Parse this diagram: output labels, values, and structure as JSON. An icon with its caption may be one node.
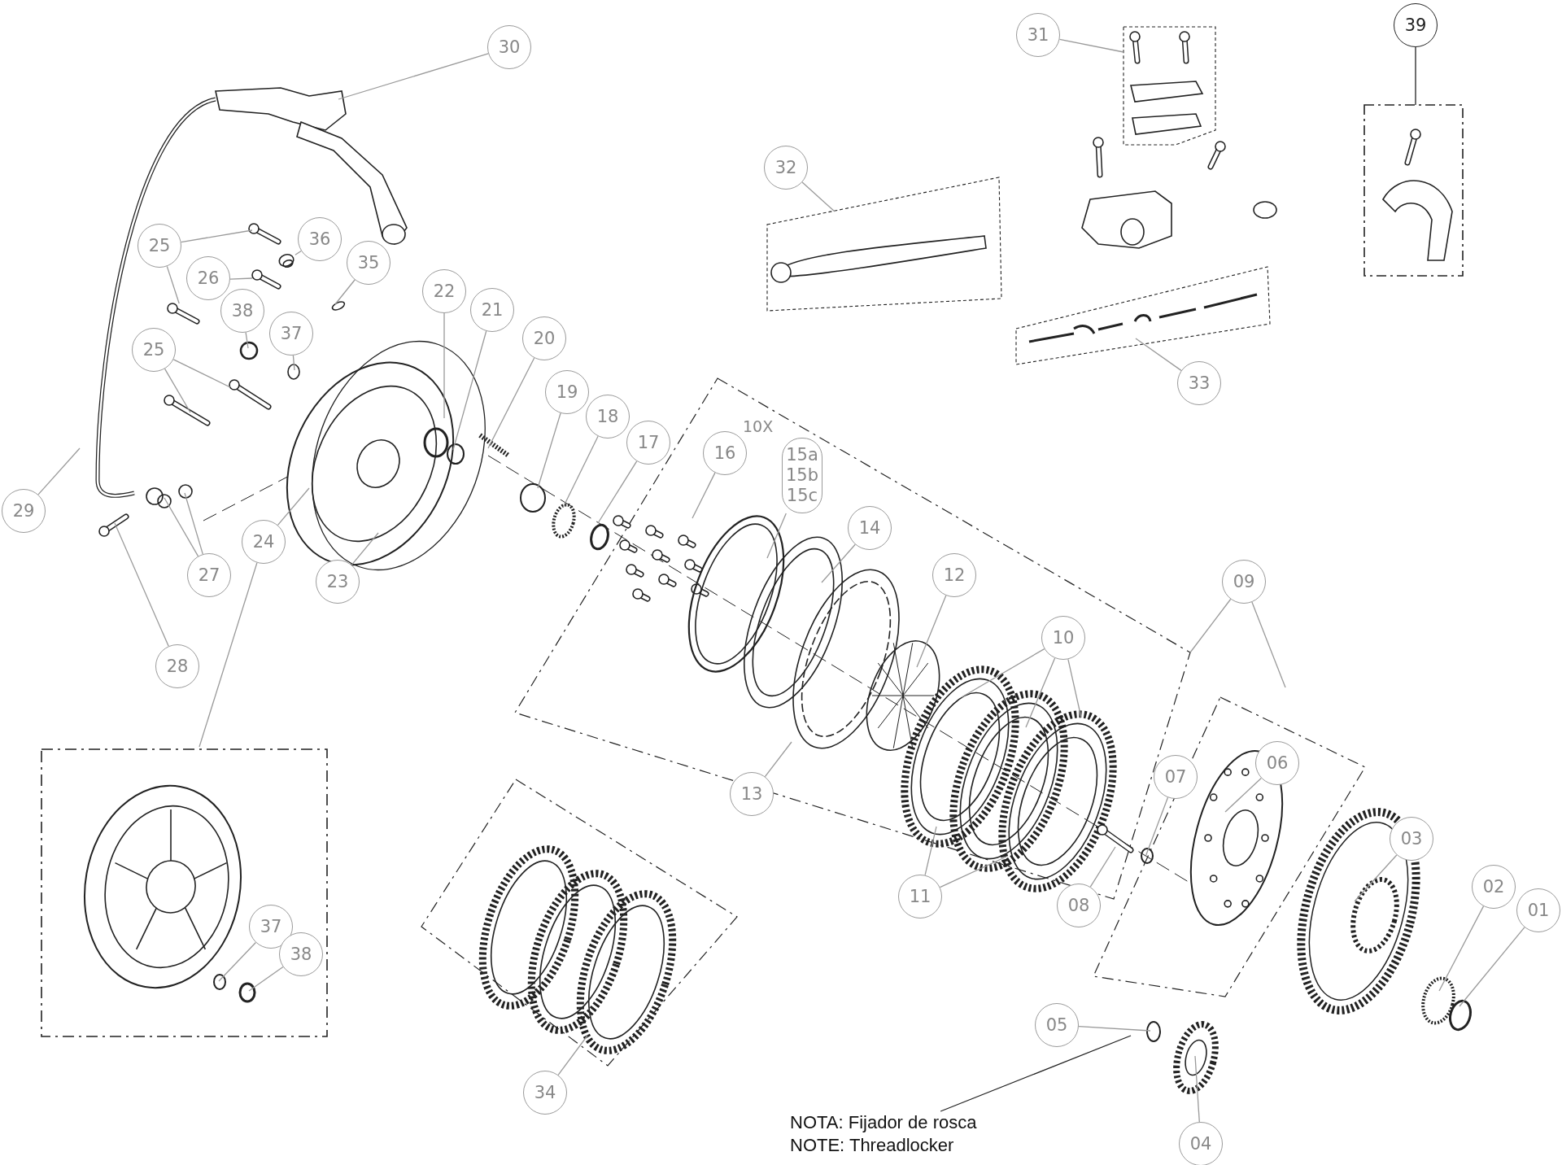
{
  "diagram": {
    "nodes": [
      {
        "text": [
          "30"
        ]
      },
      {
        "text": [
          "31"
        ]
      },
      {
        "text": [
          "39"
        ]
      },
      {
        "text": [
          "32"
        ]
      },
      {
        "text": [
          "25"
        ]
      },
      {
        "text": [
          "36"
        ]
      },
      {
        "text": [
          "26"
        ]
      },
      {
        "text": [
          "35"
        ]
      },
      {
        "text": [
          "22"
        ]
      },
      {
        "text": [
          "21"
        ]
      },
      {
        "text": [
          "38"
        ]
      },
      {
        "text": [
          "37"
        ]
      },
      {
        "text": [
          "20"
        ]
      },
      {
        "text": [
          "25"
        ]
      },
      {
        "text": [
          "33"
        ]
      },
      {
        "text": [
          "19"
        ]
      },
      {
        "text": [
          "18"
        ]
      },
      {
        "text": [
          "17"
        ]
      },
      {
        "text": [
          "16"
        ],
        "beside": [
          "10X"
        ]
      },
      {
        "text": [
          "15a 15b 15c"
        ]
      },
      {
        "text": [
          "29"
        ]
      },
      {
        "text": [
          "14"
        ]
      },
      {
        "text": [
          "24"
        ]
      },
      {
        "text": [
          "27"
        ]
      },
      {
        "text": [
          "12"
        ]
      },
      {
        "text": [
          "23"
        ]
      },
      {
        "text": [
          "09"
        ]
      },
      {
        "text": [
          "10"
        ]
      },
      {
        "text": [
          "28"
        ]
      },
      {
        "text": [
          "06"
        ]
      },
      {
        "text": [
          "07"
        ]
      },
      {
        "text": [
          "13"
        ]
      },
      {
        "text": [
          "03"
        ]
      },
      {
        "text": [
          "02"
        ]
      },
      {
        "text": [
          "11"
        ]
      },
      {
        "text": [
          "08"
        ]
      },
      {
        "text": [
          "01"
        ]
      },
      {
        "text": [
          "37"
        ]
      },
      {
        "text": [
          "38"
        ]
      },
      {
        "text": [
          "05"
        ]
      },
      {
        "text": [
          "34"
        ]
      },
      {
        "text": [
          "04"
        ]
      },
      {
        "text": [
          "NOTA: Fijador de rosca",
          "NOTE: Threadlocker"
        ]
      },
      {
        "text": [],
        "shape": "picture"
      },
      {
        "text": [],
        "shape": "picture"
      },
      {
        "text": [],
        "shape": "picture"
      }
    ],
    "edges": [
      {
        "from": 0,
        "to": null,
        "arrow": "none"
      },
      {
        "from": 1,
        "to": null,
        "arrow": "none"
      },
      {
        "from": 2,
        "to": null,
        "arrow": "none",
        "color": "#222222"
      },
      {
        "from": 3,
        "to": null,
        "arrow": "none"
      },
      {
        "from": 4,
        "to": null,
        "arrow": "none"
      },
      {
        "from": 4,
        "to": 43,
        "arrow": "none"
      },
      {
        "from": 5,
        "to": 45,
        "arrow": "none"
      },
      {
        "from": 6,
        "to": 44,
        "arrow": "none"
      },
      {
        "from": 7,
        "to": null,
        "arrow": "none"
      },
      {
        "from": 8,
        "to": null,
        "arrow": "none"
      },
      {
        "from": 9,
        "to": null,
        "arrow": "none"
      },
      {
        "from": 10,
        "to": null,
        "arrow": "none"
      },
      {
        "from": 11,
        "to": null,
        "arrow": "none"
      },
      {
        "from": 12,
        "to": null,
        "arrow": "none"
      },
      {
        "from": 13,
        "to": null,
        "arrow": "none"
      },
      {
        "from": 13,
        "to": null,
        "arrow": "none"
      },
      {
        "from": 14,
        "to": null,
        "arrow": "none"
      },
      {
        "from": 15,
        "to": null,
        "arrow": "none"
      },
      {
        "from": 16,
        "to": null,
        "arrow": "none"
      },
      {
        "from": 17,
        "to": null,
        "arrow": "none"
      },
      {
        "from": 18,
        "to": null,
        "arrow": "none"
      },
      {
        "from": 19,
        "to": null,
        "arrow": "none"
      },
      {
        "from": 20,
        "to": null,
        "arrow": "none"
      },
      {
        "from": 21,
        "to": null,
        "arrow": "none"
      },
      {
        "from": 22,
        "to": null,
        "arrow": "none"
      },
      {
        "from": 22,
        "to": null,
        "arrow": "none"
      },
      {
        "from": 23,
        "to": null,
        "arrow": "none"
      },
      {
        "from": 23,
        "to": null,
        "arrow": "none"
      },
      {
        "from": 24,
        "to": null,
        "arrow": "none"
      },
      {
        "from": 25,
        "to": null,
        "arrow": "none"
      },
      {
        "from": 26,
        "to": null,
        "arrow": "none"
      },
      {
        "from": 26,
        "to": null,
        "arrow": "none"
      },
      {
        "from": 27,
        "to": null,
        "arrow": "none"
      },
      {
        "from": 27,
        "to": null,
        "arrow": "none"
      },
      {
        "from": 27,
        "to": null,
        "arrow": "none"
      },
      {
        "from": 28,
        "to": null,
        "arrow": "none"
      },
      {
        "from": 29,
        "to": null,
        "arrow": "none"
      },
      {
        "from": 30,
        "to": null,
        "arrow": "none"
      },
      {
        "from": 31,
        "to": null,
        "arrow": "none"
      },
      {
        "from": 32,
        "to": null,
        "arrow": "none"
      },
      {
        "from": 33,
        "to": null,
        "arrow": "none"
      },
      {
        "from": 34,
        "to": null,
        "arrow": "none"
      },
      {
        "from": 34,
        "to": null,
        "arrow": "none"
      },
      {
        "from": 35,
        "to": null,
        "arrow": "none"
      },
      {
        "from": 36,
        "to": null,
        "arrow": "none"
      },
      {
        "from": 37,
        "to": null,
        "arrow": "none"
      },
      {
        "from": 38,
        "to": null,
        "arrow": "none"
      },
      {
        "from": 39,
        "to": null,
        "arrow": "none"
      },
      {
        "from": 41,
        "to": null,
        "arrow": "none"
      },
      {
        "from": 40,
        "to": null,
        "arrow": "none"
      },
      {
        "from": 42,
        "to": null,
        "arrow": "none",
        "color": "#222222"
      }
    ]
  }
}
